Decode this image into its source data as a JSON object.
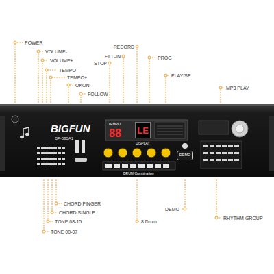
{
  "diagram": {
    "nodes": [
      {
        "text": [
          "LE"
        ]
      },
      {
        "text": [
          "DEMO"
        ]
      }
    ],
    "labels": [
      "POWER",
      "VOLUME-",
      "VOLUME+",
      "TEMPO-",
      "TEMPO+",
      "OKON",
      "FOLLOW",
      "STOP",
      "FILL-IN",
      "RECORD",
      "PROG",
      "PLAY/SE",
      "MP3 PLAY",
      "CHORD FINGER",
      "CHORD SINGLE",
      "TONE 08-15",
      "TONE 00-07",
      "8 Drum",
      "DEMO",
      "RHYTHM GROUP",
      "BIGFUN",
      "BF-530A1",
      "TEMPO",
      "88",
      "DISPLAY",
      "DRUM Combination"
    ]
  }
}
